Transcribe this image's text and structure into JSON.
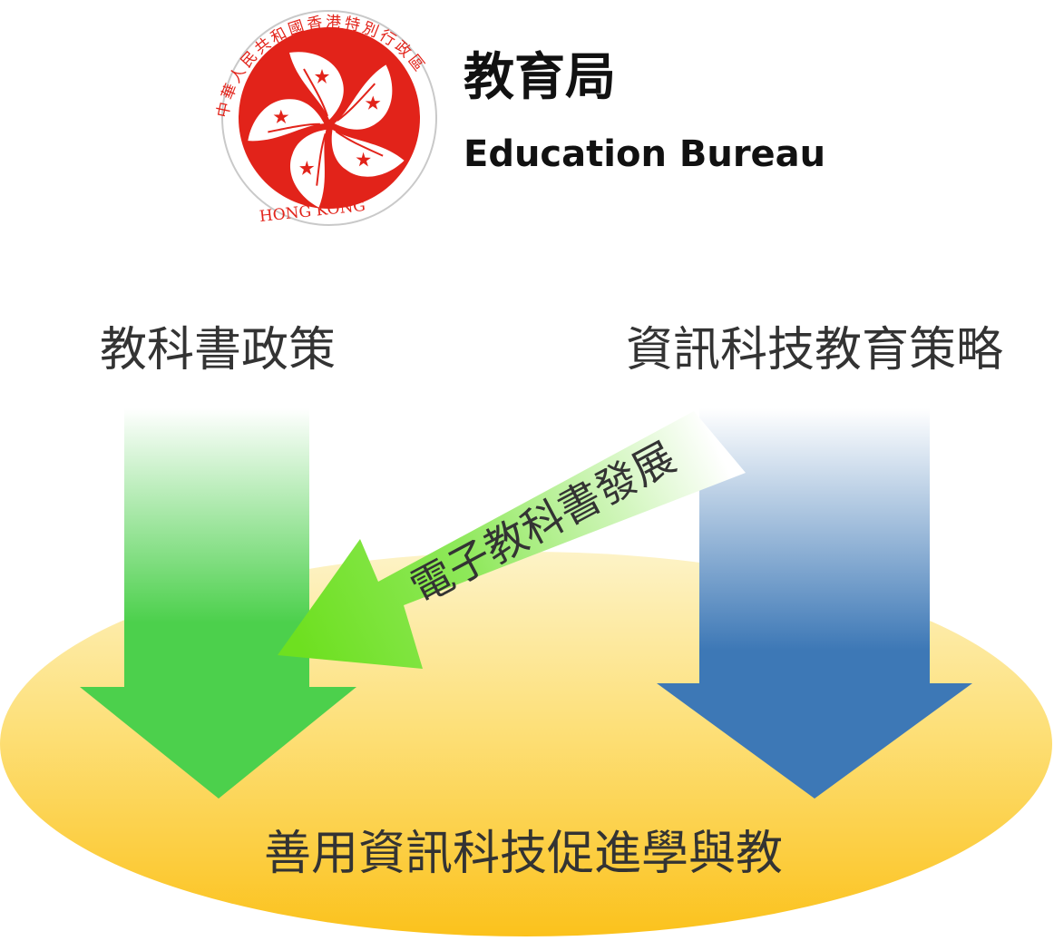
{
  "header": {
    "title_zh": "教育局",
    "title_en": "Education Bureau"
  },
  "emblem": {
    "ring_text_zh": "中華人民共和國香港特別行政區",
    "ring_text_en": "HONG KONG"
  },
  "diagram": {
    "left_label": "教科書政策",
    "right_label": "資訊科技教育策略",
    "diagonal_label": "電子教科書發展",
    "bottom_label": "善用資訊科技促進學與教"
  },
  "colors": {
    "green_arrow": "#4cd04c",
    "blue_arrow": "#3d78b6",
    "diagonal_arrow": "#6ee020",
    "ellipse": "#fcc72a",
    "emblem_red": "#e2231a"
  }
}
